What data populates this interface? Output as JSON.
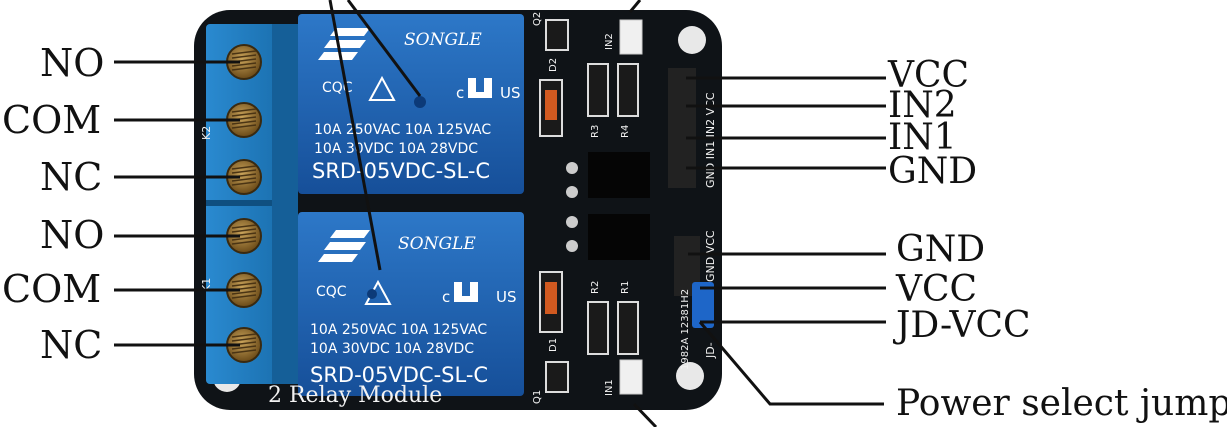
{
  "left_labels": [
    "NO",
    "COM",
    "NC",
    "NO",
    "COM",
    "NC"
  ],
  "right_labels": [
    "VCC",
    "IN2",
    "IN1",
    "GND",
    "GND",
    "VCC",
    "JD-VCC",
    "Power select jumper"
  ],
  "relay": {
    "brand": "SONGLE",
    "cert_left": "CQC",
    "cert_right": "US",
    "cert_c": "c",
    "rating_line1": "10A 250VAC  10A 125VAC",
    "rating_line2": "10A 30VDC  10A 28VDC",
    "model": "SRD-05VDC-SL-C"
  },
  "board": {
    "bottom_text": "2 Relay Module",
    "header_pins": "GND IN1 IN2 VCC",
    "jumper_pins": "GND VCC",
    "jd_label": "JD-",
    "part_code": "1982A 12381H2",
    "terminal_labels": [
      "K2",
      "K1"
    ],
    "components": [
      "D2",
      "R3",
      "R4",
      "IN2",
      "Q2",
      "D1",
      "R2",
      "R1",
      "Q1",
      "IN1"
    ]
  },
  "colors": {
    "board": "#101418",
    "terminal": "#1f7fc0",
    "relay": "#1b5fb0",
    "text": "#111111"
  }
}
